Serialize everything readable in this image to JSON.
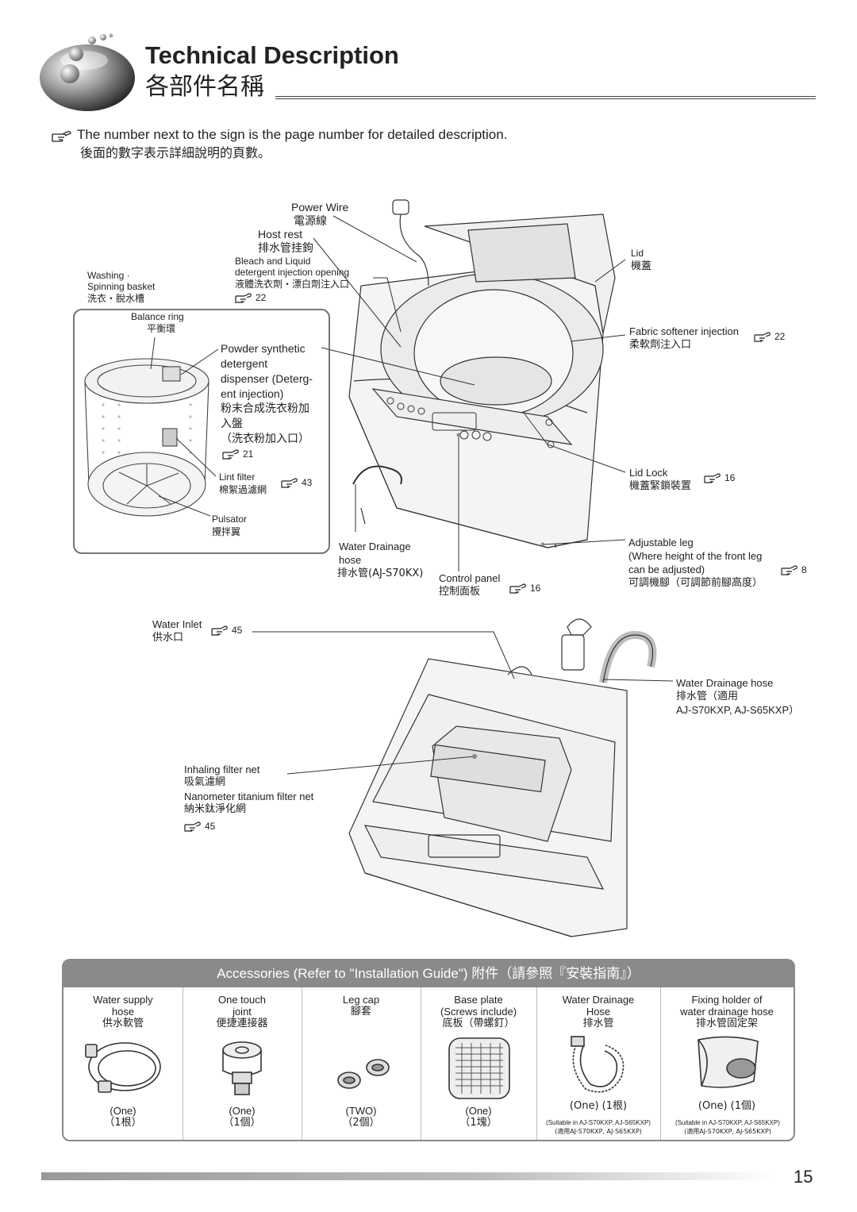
{
  "header": {
    "title_en": "Technical Description",
    "title_zh": "各部件名稱"
  },
  "intro": {
    "line_en": "The number next to the sign is the page number for detailed description.",
    "line_zh": "後面的數字表示詳細說明的頁數。"
  },
  "labels": {
    "power_wire": {
      "en": "Power Wire",
      "zh": "電源線"
    },
    "host_rest": {
      "en": "Host rest",
      "zh": "排水管挂鉤"
    },
    "bleach": {
      "en1": "Bleach and Liquid",
      "en2": "detergent injection opening",
      "zh": "液體洗衣劑・漂白劑注入口",
      "page": "22"
    },
    "washing_basket": {
      "en1": "Washing ·",
      "en2": "Spinning basket",
      "zh": "洗衣・脫水槽"
    },
    "balance_ring": {
      "en": "Balance ring",
      "zh": "平衡環"
    },
    "powder": {
      "en1": "Powder synthetic",
      "en2": "detergent",
      "en3": "dispenser (Deterg-",
      "en4": "ent injection)",
      "zh1": "粉末合成洗衣粉加",
      "zh2": "入盤",
      "zh3": "（洗衣粉加入口）",
      "page": "21"
    },
    "lint_filter": {
      "en": "Lint filter",
      "zh": "棉絮過濾網",
      "page": "43"
    },
    "pulsator": {
      "en": "Pulsator",
      "zh": "攪拌翼"
    },
    "water_drainage_hose_a": {
      "en1": "Water Drainage",
      "en2": "hose",
      "zh": "排水管(AJ-S70KX)"
    },
    "control_panel": {
      "en": "Control panel",
      "zh": "控制面板",
      "page": "16"
    },
    "lid": {
      "en": "Lid",
      "zh": "機蓋"
    },
    "fabric_softener": {
      "en": "Fabric softener injection",
      "zh": "柔軟劑注入口",
      "page": "22"
    },
    "lid_lock": {
      "en": "Lid Lock",
      "zh": "機蓋緊鎖裝置",
      "page": "16"
    },
    "adjustable_leg": {
      "en1": "Adjustable leg",
      "en2": "(Where height of the front leg",
      "en3": "can be adjusted)",
      "zh": "可調機腳（可調節前腳高度）",
      "page": "8"
    },
    "water_inlet": {
      "en": "Water Inlet",
      "zh": "供水口",
      "page": "45"
    },
    "water_drainage_hose_b": {
      "en": "Water Drainage hose",
      "zh": "排水管（適用",
      "models": "AJ-S70KXP,  AJ-S65KXP）"
    },
    "inhaling_filter": {
      "en": "Inhaling filter net",
      "zh": "吸氣濾網",
      "en2": "Nanometer titanium filter net",
      "zh2": "納米鈦淨化網",
      "page": "45"
    }
  },
  "accessories": {
    "header": "Accessories (Refer to \"Installation Guide\") 附件（請參照『安裝指南』）",
    "items": [
      {
        "en1": "Water supply",
        "en2": "hose",
        "zh": "供水軟管",
        "qty_en": "(One)",
        "qty_zh": "（1根）"
      },
      {
        "en1": "One touch",
        "en2": "joint",
        "zh": "便捷連接器",
        "qty_en": "(One)",
        "qty_zh": "（1個）"
      },
      {
        "en1": "Leg cap",
        "en2": "腳套",
        "zh": "",
        "qty_en": "(TWO)",
        "qty_zh": "（2個）"
      },
      {
        "en1": "Base plate",
        "en2": "(Screws include)",
        "zh": "底板（帶螺釘）",
        "qty_en": "(One)",
        "qty_zh": "（1塊）"
      },
      {
        "en1": "Water Drainage",
        "en2": "Hose",
        "zh": "排水管",
        "qty_en": "(One) (1根)",
        "note1": "(Suitable in AJ-S70KXP, AJ-S65KXP)",
        "note2": "(適用AJ-S70KXP, AJ-S65KXP)"
      },
      {
        "en1": "Fixing holder of",
        "en2": "water drainage hose",
        "zh": "排水管固定架",
        "qty_en": "(One) (1個)",
        "note1": "(Suitable in AJ-S70KXP, AJ-S65KXP)",
        "note2": "(適用AJ-S70KXP, AJ-S65KXP)"
      }
    ]
  },
  "page_number": "15"
}
